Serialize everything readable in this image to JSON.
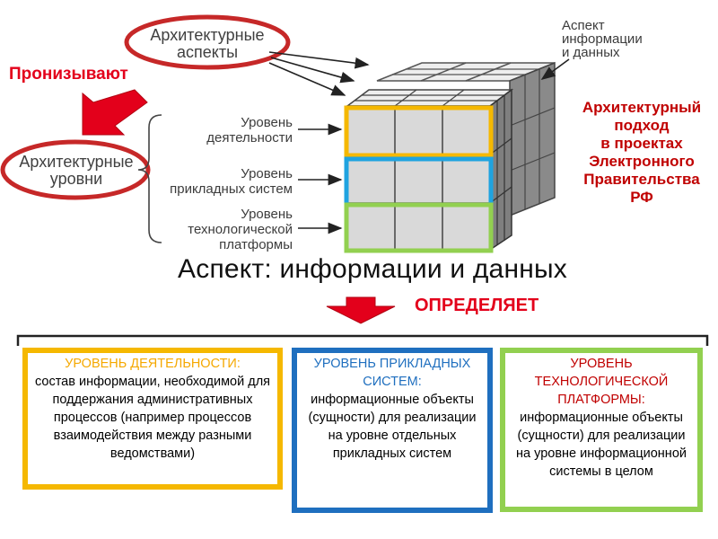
{
  "aspect_oval": {
    "line1": "Архитектурные",
    "line2": "аспекты"
  },
  "levels_oval": {
    "line1": "Архитектурные",
    "line2": "уровни"
  },
  "piercing_label": "Пронизывают",
  "aspect_label": [
    "Аспект",
    "информации",
    "и данных"
  ],
  "level_labels": {
    "activity": [
      "Уровень",
      "деятельности"
    ],
    "application": [
      "Уровень",
      "прикладных систем"
    ],
    "technology": [
      "Уровень",
      "технологической",
      "платформы"
    ]
  },
  "approach_label": [
    "Архитектурный",
    "подход",
    "в проектах",
    "Электронного",
    "Правительства",
    "РФ"
  ],
  "main_title": "Аспект: информации и данных",
  "defines_label": "ОПРЕДЕЛЯЕТ",
  "boxes": [
    {
      "heading": "УРОВЕНЬ ДЕЯТЕЛЬНОСТИ:",
      "body": "состав информации, необходимой для поддержания административных процессов (например процессов взаимодействия между разными ведомствами)"
    },
    {
      "heading": "УРОВЕНЬ ПРИКЛАДНЫХ СИСТЕМ:",
      "body": "информационные объекты (сущности) для реализации на уровне отдельных прикладных систем"
    },
    {
      "heading": "УРОВЕНЬ ТЕХНОЛОГИЧЕСКОЙ ПЛАТФОРМЫ:",
      "body": "информационные объекты (сущности) для реализации на уровне информационной системы в целом"
    }
  ],
  "colors": {
    "activity": "#f5b800",
    "application": "#1f6fbf",
    "technology": "#92d050",
    "accent_red": "#e3001b",
    "approach_text": "#c00000",
    "oval_stroke": "#c62828",
    "cube_front": "#d9d9d9",
    "cube_top": "#eeeeee",
    "cube_side": "#8a8a8a"
  }
}
